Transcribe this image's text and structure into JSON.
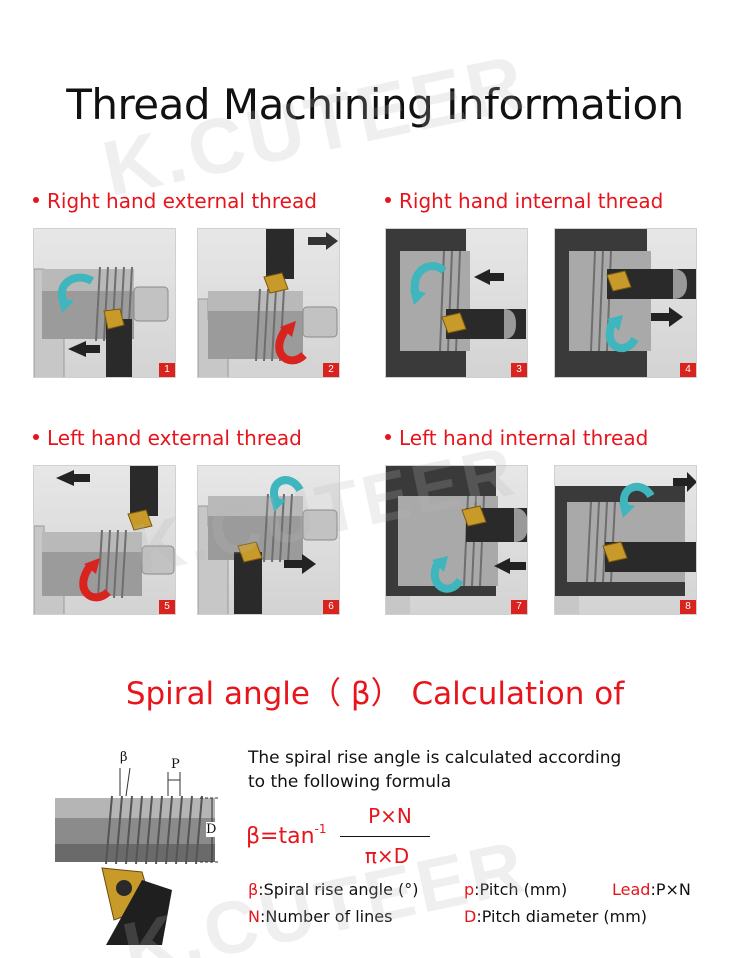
{
  "page": {
    "title": "Thread Machining Information",
    "watermark": "K.CUTEER"
  },
  "sections": [
    {
      "label": "Right hand external thread",
      "panels": [
        "1",
        "2"
      ]
    },
    {
      "label": "Right hand internal thread",
      "panels": [
        "3",
        "4"
      ]
    },
    {
      "label": "Left hand external thread",
      "panels": [
        "5",
        "6"
      ]
    },
    {
      "label": "Left hand internal thread",
      "panels": [
        "7",
        "8"
      ]
    }
  ],
  "spiral": {
    "title": "Spiral angle（ β） Calculation of",
    "description_line1": "The spiral rise angle is calculated according",
    "description_line2": "to the following formula",
    "formula": {
      "lhs": "β=tan",
      "exponent": "-1",
      "numerator": "P×N",
      "denominator": "π×D"
    },
    "diagram_labels": {
      "beta": "β",
      "pitch": "P",
      "diameter": "D"
    },
    "legend": [
      {
        "key": "β",
        "text": ":Spiral rise angle (°)"
      },
      {
        "key": "p",
        "text": ":Pitch (mm)"
      },
      {
        "key": "Lead",
        "text": ":P×N"
      },
      {
        "key": "N",
        "text": ":Number of lines"
      },
      {
        "key": "D",
        "text": ":Pitch diameter (mm)"
      }
    ]
  },
  "colors": {
    "accent_red": "#e8141b",
    "arrow_teal": "#3fb5bd",
    "arrow_red": "#d8231f",
    "insert_gold": "#c89a2a"
  }
}
